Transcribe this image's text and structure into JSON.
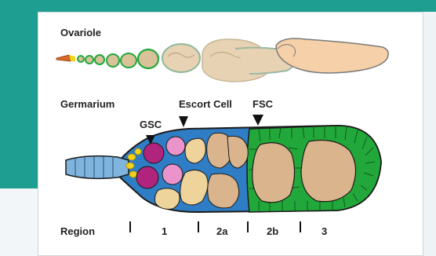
{
  "labels": {
    "ovariole": "Ovariole",
    "germarium": "Germarium",
    "escort_cell": "Escort Cell",
    "fsc": "FSC",
    "gsc": "GSC",
    "region": "Region"
  },
  "regions": [
    "1",
    "2a",
    "2b",
    "3"
  ],
  "colors": {
    "frame_teal": "#1e9e90",
    "follicle_green": "#22a83a",
    "escort_blue": "#2f7dc4",
    "terminal_filament_blue": "#7fb4df",
    "cap_cell_yellow": "#f2d21a",
    "gsc_magenta": "#b0247e",
    "cystoblast_pink": "#ea94cb",
    "cyst_tan": "#d9b48c",
    "light_cyst": "#eed39a"
  }
}
